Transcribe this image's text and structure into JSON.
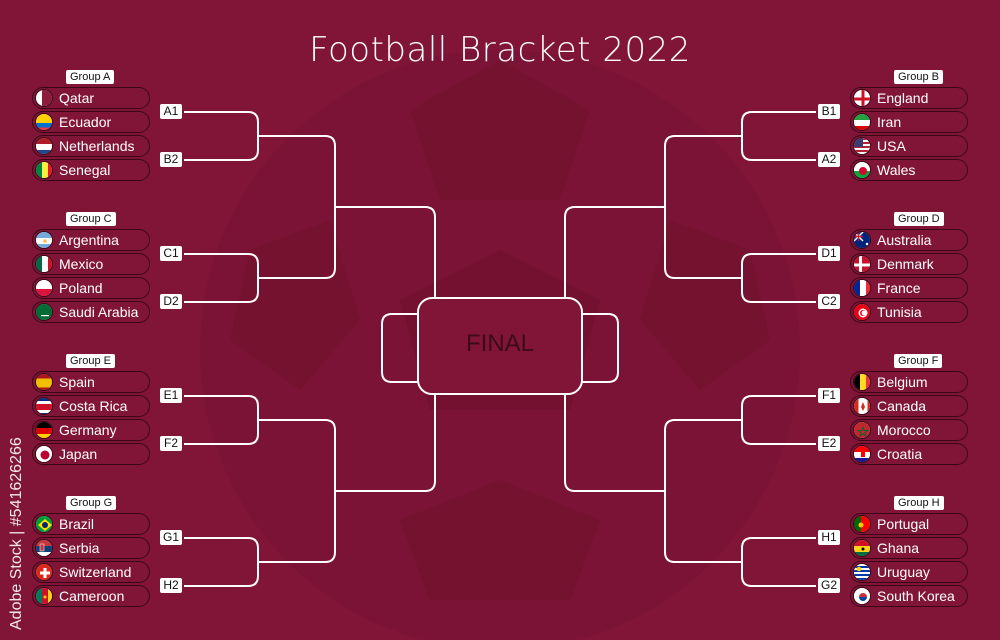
{
  "title": "Football Bracket 2022",
  "final_label": "FINAL",
  "watermark": "Adobe Stock | #541626266",
  "colors": {
    "background": "#801538",
    "line": "#ffffff",
    "dark": "#3a0716"
  },
  "groups": {
    "A": {
      "label": "Group A",
      "teams": [
        {
          "name": "Qatar",
          "flag": "qatar-flag-icon"
        },
        {
          "name": "Ecuador",
          "flag": "ecuador-flag-icon"
        },
        {
          "name": "Netherlands",
          "flag": "netherlands-flag-icon"
        },
        {
          "name": "Senegal",
          "flag": "senegal-flag-icon"
        }
      ]
    },
    "B": {
      "label": "Group B",
      "teams": [
        {
          "name": "England",
          "flag": "england-flag-icon"
        },
        {
          "name": "Iran",
          "flag": "iran-flag-icon"
        },
        {
          "name": "USA",
          "flag": "usa-flag-icon"
        },
        {
          "name": "Wales",
          "flag": "wales-flag-icon"
        }
      ]
    },
    "C": {
      "label": "Group C",
      "teams": [
        {
          "name": "Argentina",
          "flag": "argentina-flag-icon"
        },
        {
          "name": "Mexico",
          "flag": "mexico-flag-icon"
        },
        {
          "name": "Poland",
          "flag": "poland-flag-icon"
        },
        {
          "name": "Saudi Arabia",
          "flag": "saudi-arabia-flag-icon"
        }
      ]
    },
    "D": {
      "label": "Group D",
      "teams": [
        {
          "name": "Australia",
          "flag": "australia-flag-icon"
        },
        {
          "name": "Denmark",
          "flag": "denmark-flag-icon"
        },
        {
          "name": "France",
          "flag": "france-flag-icon"
        },
        {
          "name": "Tunisia",
          "flag": "tunisia-flag-icon"
        }
      ]
    },
    "E": {
      "label": "Group E",
      "teams": [
        {
          "name": "Spain",
          "flag": "spain-flag-icon"
        },
        {
          "name": "Costa Rica",
          "flag": "costa-rica-flag-icon"
        },
        {
          "name": "Germany",
          "flag": "germany-flag-icon"
        },
        {
          "name": "Japan",
          "flag": "japan-flag-icon"
        }
      ]
    },
    "F": {
      "label": "Group F",
      "teams": [
        {
          "name": "Belgium",
          "flag": "belgium-flag-icon"
        },
        {
          "name": "Canada",
          "flag": "canada-flag-icon"
        },
        {
          "name": "Morocco",
          "flag": "morocco-flag-icon"
        },
        {
          "name": "Croatia",
          "flag": "croatia-flag-icon"
        }
      ]
    },
    "G": {
      "label": "Group G",
      "teams": [
        {
          "name": "Brazil",
          "flag": "brazil-flag-icon"
        },
        {
          "name": "Serbia",
          "flag": "serbia-flag-icon"
        },
        {
          "name": "Switzerland",
          "flag": "switzerland-flag-icon"
        },
        {
          "name": "Cameroon",
          "flag": "cameroon-flag-icon"
        }
      ]
    },
    "H": {
      "label": "Group H",
      "teams": [
        {
          "name": "Portugal",
          "flag": "portugal-flag-icon"
        },
        {
          "name": "Ghana",
          "flag": "ghana-flag-icon"
        },
        {
          "name": "Uruguay",
          "flag": "uruguay-flag-icon"
        },
        {
          "name": "South Korea",
          "flag": "south-korea-flag-icon"
        }
      ]
    }
  },
  "seeds": {
    "A": [
      "A1",
      "B2"
    ],
    "C": [
      "C1",
      "D2"
    ],
    "E": [
      "E1",
      "F2"
    ],
    "G": [
      "G1",
      "H2"
    ],
    "B": [
      "B1",
      "A2"
    ],
    "D": [
      "D1",
      "C2"
    ],
    "F": [
      "F1",
      "E2"
    ],
    "H": [
      "H1",
      "G2"
    ]
  }
}
